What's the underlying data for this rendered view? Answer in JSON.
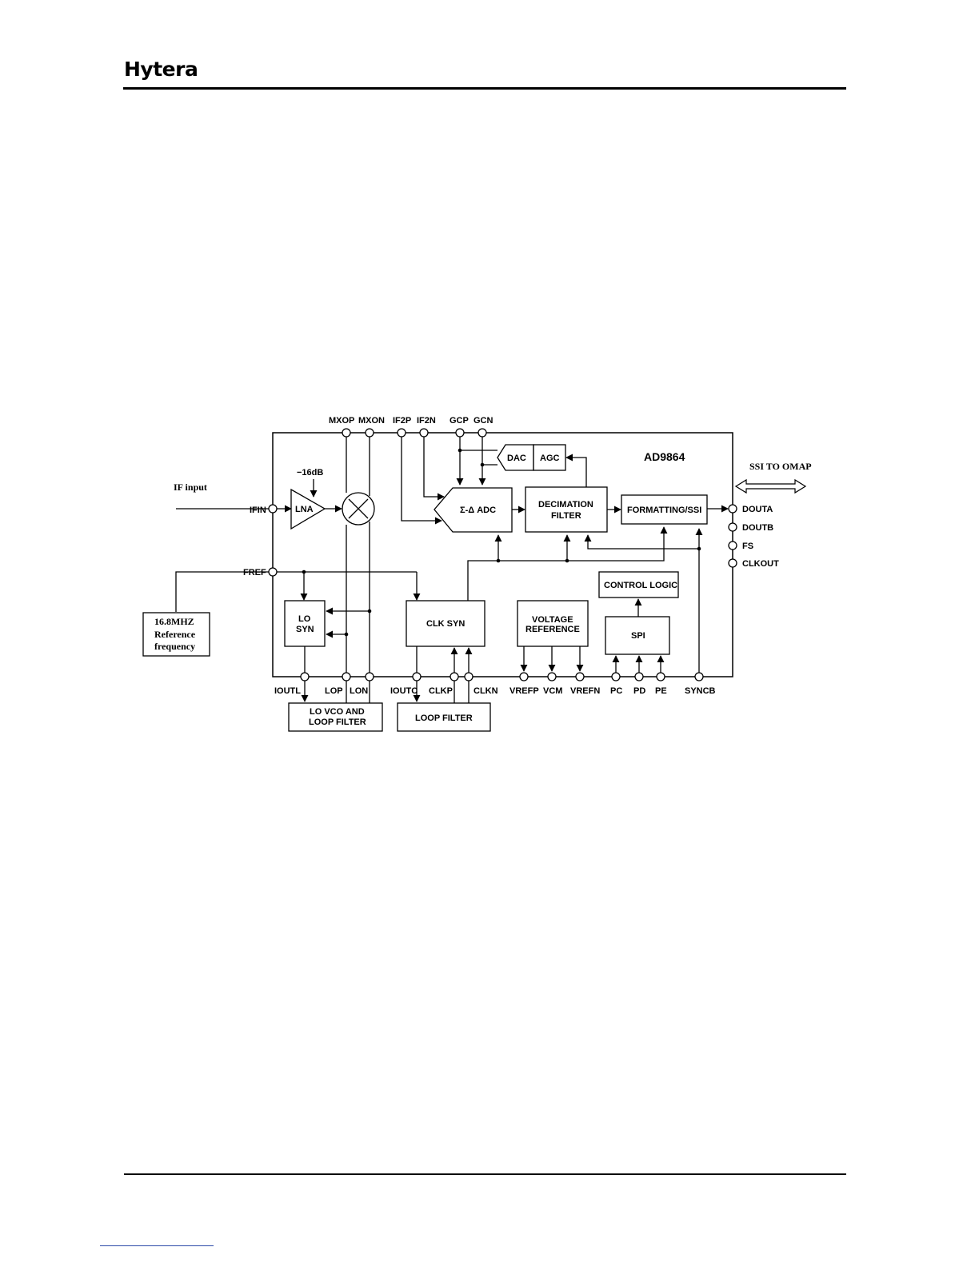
{
  "header": {
    "logo": "Hytera"
  },
  "diagram": {
    "chip_name": "AD9864",
    "if_input": "IF input",
    "ssi_label": "SSI TO OMAP",
    "attenuation": "−16dB",
    "ref_osc": {
      "line1": "16.8MHZ",
      "line2": "Reference",
      "line3": "frequency"
    },
    "blocks": {
      "lna": "LNA",
      "lo_syn_1": "LO",
      "lo_syn_2": "SYN",
      "adc": "Σ-Δ ADC",
      "dac": "DAC",
      "agc": "AGC",
      "decimation_1": "DECIMATION",
      "decimation_2": "FILTER",
      "formatting": "FORMATTING/SSI",
      "clk_syn": "CLK SYN",
      "voltage_ref_1": "VOLTAGE",
      "voltage_ref_2": "REFERENCE",
      "control_logic": "CONTROL LOGIC",
      "spi": "SPI",
      "lo_vco_1": "LO VCO AND",
      "lo_vco_2": "LOOP FILTER",
      "loop_filter": "LOOP FILTER"
    },
    "pins": {
      "mxop": "MXOP",
      "mxon": "MXON",
      "if2p": "IF2P",
      "if2n": "IF2N",
      "gcp": "GCP",
      "gcn": "GCN",
      "ifin": "IFIN",
      "fref": "FREF",
      "douta": "DOUTA",
      "doutb": "DOUTB",
      "fs": "FS",
      "clkout": "CLKOUT",
      "ioutl": "IOUTL",
      "lop": "LOP",
      "lon": "LON",
      "ioutc": "IOUTC",
      "clkp": "CLKP",
      "clkn": "CLKN",
      "vrefp": "VREFP",
      "vcm": "VCM",
      "vrefn": "VREFN",
      "pc": "PC",
      "pd": "PD",
      "pe": "PE",
      "syncb": "SYNCB"
    }
  }
}
